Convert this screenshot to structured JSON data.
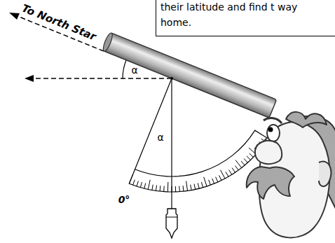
{
  "diagram": {
    "nodes": [
      {
        "text": [
          "their latitude and find t way home."
        ]
      }
    ],
    "labels": [
      "To North Star",
      "α",
      "α",
      "0°"
    ]
  }
}
